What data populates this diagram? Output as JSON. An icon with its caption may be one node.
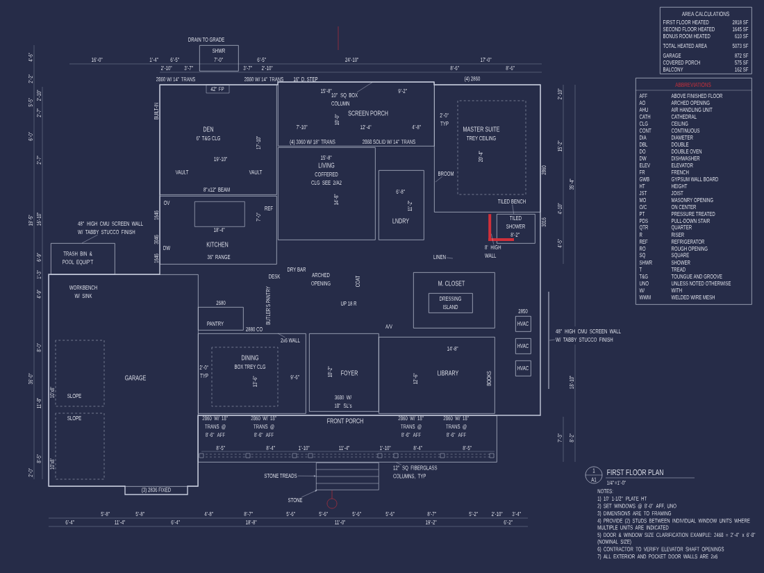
{
  "diagram": {
    "title": "FIRST FLOOR PLAN",
    "nodes": [
      {
        "text": [
          "AREA CALCULATIONS"
        ]
      },
      {
        "text": [
          "ABBREVIATIONS"
        ]
      },
      {
        "text": [
          "SHWR"
        ]
      },
      {
        "text": [
          "DEN",
          "6\" T&G CLG"
        ]
      },
      {
        "text": [
          "SCREEN PORCH"
        ]
      },
      {
        "text": [
          "MASTER SUITE",
          "TREY CEILING"
        ]
      },
      {
        "text": [
          "LIVING",
          "COFFERED CLG SEE 2/A2"
        ]
      },
      {
        "text": [
          "KITCHEN"
        ]
      },
      {
        "text": [
          "LNDRY"
        ]
      },
      {
        "text": [
          "TRASH BIN & POOL EQUIP'T"
        ]
      },
      {
        "text": [
          "M. CLOSET"
        ]
      },
      {
        "text": [
          "DRESSING ISLAND"
        ],
        "in": 10
      },
      {
        "text": [
          "PANTRY"
        ]
      },
      {
        "text": [
          "HVAC"
        ]
      },
      {
        "text": [
          "HVAC"
        ]
      },
      {
        "text": [
          "HVAC"
        ]
      },
      {
        "text": [
          "DINING",
          "BOX TREY CLG"
        ]
      },
      {
        "text": [
          "FOYER"
        ]
      },
      {
        "text": [
          "LIBRARY"
        ]
      },
      {
        "text": [
          "FRONT PORCH"
        ]
      },
      {
        "text": [
          "GARAGE"
        ]
      },
      {
        "text": [
          "1",
          "A1"
        ]
      },
      {
        "text": [
          "48\" HIGH CMU SCREEN WALL W/ TABBY STUCCO FINISH"
        ]
      },
      {
        "text": [
          "10\" SQ BOX COLUMN"
        ],
        "in": 4
      },
      {
        "text": [
          "BROOM"
        ],
        "in": 5
      },
      {
        "text": [
          "TILED BENCH"
        ],
        "in": 5
      },
      {
        "text": [
          "8' HIGH WALL"
        ]
      },
      {
        "text": [
          "LINEN"
        ]
      },
      {
        "text": [
          "2x6 WALL"
        ],
        "in": 16
      },
      {
        "text": [
          "48\" HIGH CMU SCREEN WALL W/ TABBY STUCCO FINISH"
        ]
      },
      {
        "text": [
          "STONE TREADS"
        ]
      },
      {
        "text": [
          "STONE"
        ]
      },
      {
        "text": [
          "12\" SQ FIBERGLASS COLUMNS, TYP"
        ]
      },
      {
        "text": [],
        "shape": "box",
        "in": 7
      },
      {
        "text": [
          "TILED SHOWER"
        ]
      },
      {
        "text": [],
        "shape": "bar"
      },
      {
        "text": [],
        "shape": "box"
      }
    ],
    "edges": [
      {
        "from": 22,
        "to": null,
        "arrow": "none"
      },
      {
        "from": 23,
        "to": null,
        "arrow": "none"
      },
      {
        "from": 24,
        "to": null,
        "arrow": "none"
      },
      {
        "from": 25,
        "to": 34,
        "arrow": "none"
      },
      {
        "from": 26,
        "to": 35,
        "arrow": "none"
      },
      {
        "from": 27,
        "to": null,
        "arrow": "none"
      },
      {
        "from": 28,
        "to": null,
        "arrow": "none"
      },
      {
        "from": 29,
        "to": null,
        "arrow": "none"
      },
      {
        "from": 30,
        "to": 36,
        "arrow": "to"
      },
      {
        "from": 31,
        "to": 36,
        "arrow": "to"
      },
      {
        "from": 32,
        "to": 19,
        "arrow": "none"
      }
    ],
    "labels": [
      "FIRST FLOOR HEATED",
      "2818 SF",
      "SECOND FLOOR HEATED",
      "1645 SF",
      "BONUS ROOM HEATED",
      "610 SF",
      "TOTAL HEATED AREA",
      "5073 SF",
      "GARAGE",
      "872 SF",
      "COVERED PORCH",
      "575 SF",
      "BALCONY",
      "162 SF",
      "AFF",
      "ABOVE FINISHED FLOOR",
      "AO",
      "ARCHED OPENING",
      "AHU",
      "AIR HANDLING UNIT",
      "CATH",
      "CATHEDRAL",
      "CLG",
      "CEILING",
      "CONT",
      "CONTINUOUS",
      "DIA",
      "DIAMETER",
      "DBL",
      "DOUBLE",
      "DO",
      "DOUBLE OVEN",
      "DW",
      "DISHWASHER",
      "ELEV",
      "ELEVATOR",
      "FR",
      "FRENCH",
      "GWB",
      "GYPSUM WALL BOARD",
      "HT",
      "HEIGHT",
      "JST",
      "JOIST",
      "MO",
      "MASONRY OPENING",
      "O/C",
      "ON CENTER",
      "PT",
      "PRESSURE TREATED",
      "PDS",
      "PULL-DOWN STAIR",
      "QTR",
      "QUARTER",
      "R",
      "RISER",
      "REF",
      "REFRIGERATOR",
      "RO",
      "ROUGH OPENING",
      "SQ",
      "SQUARE",
      "SHWR",
      "SHOWER",
      "T",
      "TREAD",
      "T&G",
      "TOUNGUE AND GROOVE",
      "UNO",
      "UNLESS NOTED OTHERWISE",
      "W/",
      "WITH",
      "WWM",
      "WELDED WIRE MESH",
      "DRAIN TO GRADE",
      "16'-0\"",
      "1'-4\"",
      "6'-5\"",
      "7'-0\"",
      "6'-5\"",
      "24'-10\"",
      "17'-0\"",
      "2'-10\"",
      "3'-7\"",
      "3'-7\"",
      "2'-10\"",
      "8'-6\"",
      "8'-6\"",
      "2860 W/ 14\" TRANS",
      "42\" FP",
      "2860 W/ 14\" TRANS",
      "16\" D. STEP",
      "15'-8\"",
      "9'-2\"",
      "(4) 2860",
      "2'-10\"",
      "15'-2\"",
      "4'-10\"",
      "4'-5\"",
      "35'-4\"",
      "18'-10\"",
      "7'-3\"",
      "8'-2\"",
      "10'-0\"",
      "7'-10\"",
      "12'-4\"",
      "4'-8\"",
      "(4) 3060 W/ 18\" TRANS",
      "2868 SOLID W/ 14\" TRANS",
      "2'-0\" TYP",
      "20'-4\"",
      "15'-8\"",
      "6'-8\"",
      "14'-8\"",
      "11'-2\"",
      "8'-2\"",
      "19'-10\"",
      "VAULT",
      "VAULT",
      "8\"x12\" BEAM",
      "17'-10\"",
      "BUILT-IN",
      "OV",
      "DW",
      "REF",
      "18'-4\"",
      "36\" RANGE",
      "7'-0\"",
      "WORKBENCH W/ SINK",
      "SLOPE",
      "SLOPE",
      "10'x8'",
      "10'x8'",
      "(3) 2836 FIXED",
      "DRY BAR",
      "DESK",
      "ARCHED OPENING",
      "COAT",
      "UP 18 R",
      "BUTLER'S PANTRY",
      "2680",
      "2880 CO",
      "A/V",
      "2'-0\" TYP",
      "13'-6\"",
      "9'-6\"",
      "10'-2\"",
      "3680 W/ 18\" SL's",
      "12'-6\"",
      "14'-8\"",
      "BOOKS",
      "2860 W/ 18\" TRANS @ 8'-6\" AFF",
      "2860 W/ 18\" TRANS @ 8'-6\" AFF",
      "2860 W/ 18\" TRANS @ 8'-6\" AFF",
      "2860 W/ 18\" TRANS @ 8'-6\" AFF",
      "8'-5\"",
      "8'-4\"",
      "1'-10\"",
      "11'-4\"",
      "1'-10\"",
      "8'-4\"",
      "8'-5\"",
      "5'-8\"",
      "5'-8\"",
      "4'-8\"",
      "8'-7\"",
      "5'-6\"",
      "5'-6\"",
      "5'-6\"",
      "5'-6\"",
      "8'-7\"",
      "5'-2\"",
      "2'-10\"",
      "3'-4\"",
      "6'-4\"",
      "11'-4\"",
      "6'-4\"",
      "18'-8\"",
      "11'-0\"",
      "19'-2\"",
      "6'-2\"",
      "4'-6\"",
      "2'-2\"",
      "5'-5\"",
      "6'-0\"",
      "19'-5\"",
      "36'-0\"",
      "2'-0\"",
      "2'-10\"",
      "2'-7\"",
      "2'-7\"",
      "16'-10\"",
      "6'-9\"",
      "1'-3\"",
      "4'-9\"",
      "8'-0\"",
      "11'-8\"",
      "8'-5\"",
      "2860",
      "3016",
      "2850",
      "1646",
      "3046",
      "1646",
      "1/4\"=1'-0\"",
      "NOTES:",
      "1) 10' 1-1/2\" PLATE HT",
      "2) SET WINDOWS @ 8'-0\" AFF, UNO",
      "3) DIMENSIONS ARE TO FRAMING",
      "4) PROVIDE (2) STUDS BETWEEN INDIVIDUAL WINDOW UNITS WHERE MULTIPLE UNITS ARE INDICATED",
      "5) DOOR & WINDOW SIZE CLARIFICATION EXAMPLE: 2468 = 2'-4\" x 6'-8\" (NOMINAL SIZE)",
      "6) CONTRACTOR TO VERIFY ELEVATOR SHAFT OPENINGS",
      "7) ALL EXTERIOR AND POCKET DOOR WALLS ARE 2x6"
    ]
  }
}
